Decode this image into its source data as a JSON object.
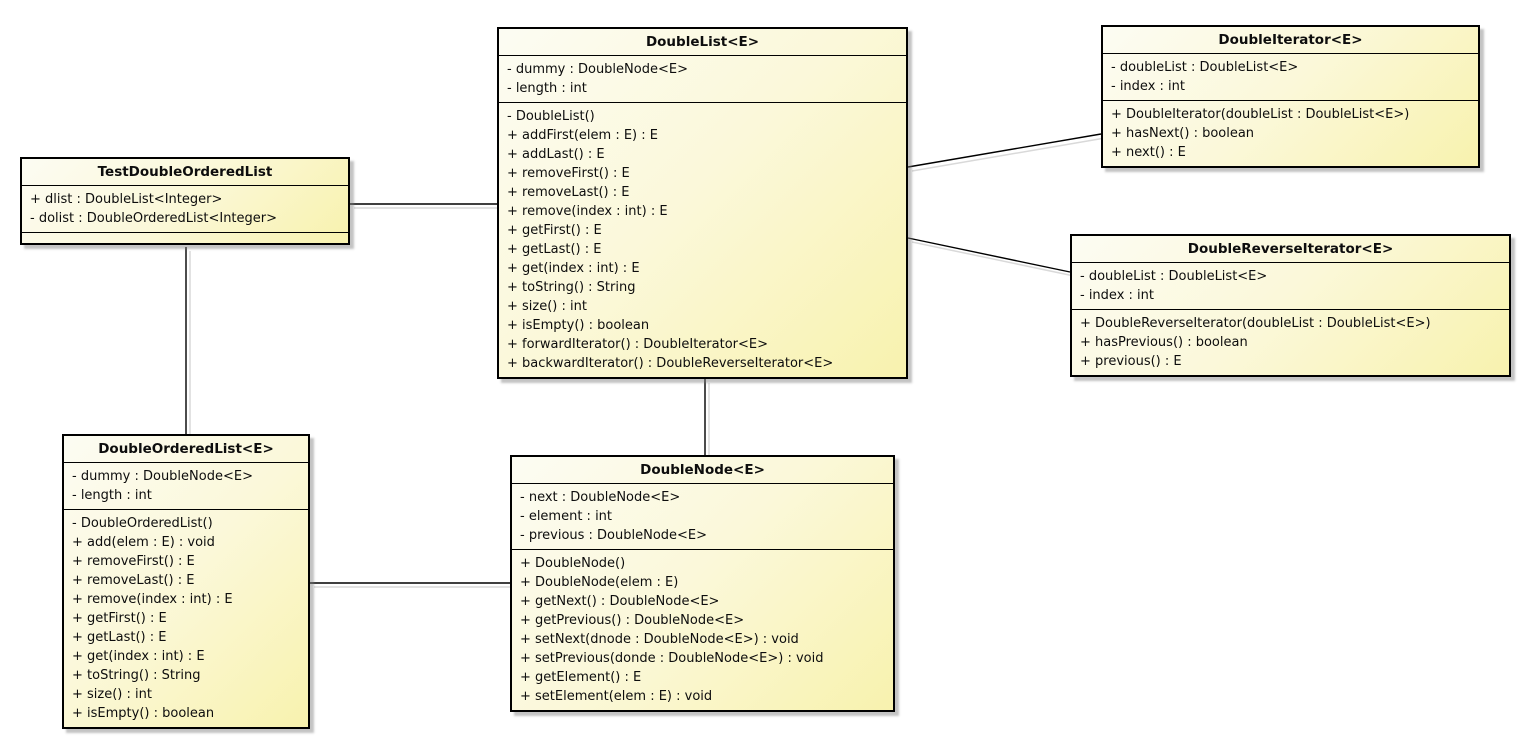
{
  "diagram": {
    "type": "uml-class-diagram",
    "colors": {
      "box_fill_top_left": "#fcfcf3",
      "box_fill_bottom_right": "#f8f2ae",
      "box_border": "#000000",
      "drop_shadow": "#c9c9c9",
      "connector": "#000000",
      "connector_shadow": "#d9d9d9",
      "background": "#ffffff"
    },
    "classes": [
      {
        "name": "TestDoubleOrderedList",
        "attributes": [
          "+ dlist : DoubleList<Integer>",
          "- dolist : DoubleOrderedList<Integer>"
        ],
        "methods": []
      },
      {
        "name": "DoubleList<E>",
        "attributes": [
          "- dummy : DoubleNode<E>",
          "- length : int"
        ],
        "methods": [
          "- DoubleList()",
          "+ addFirst(elem : E) : E",
          "+ addLast() : E",
          "+ removeFirst() : E",
          "+ removeLast() : E",
          "+ remove(index : int) : E",
          "+ getFirst() : E",
          "+ getLast() : E",
          "+ get(index : int) : E",
          "+ toString() : String",
          "+ size() : int",
          "+ isEmpty() : boolean",
          "+ forwardIterator() : DoubleIterator<E>",
          "+ backwardIterator() : DoubleReverseIterator<E>"
        ]
      },
      {
        "name": "DoubleIterator<E>",
        "attributes": [
          "- doubleList : DoubleList<E>",
          "- index : int"
        ],
        "methods": [
          "+ DoubleIterator(doubleList : DoubleList<E>)",
          "+ hasNext() : boolean",
          "+ next() : E"
        ]
      },
      {
        "name": "DoubleReverseIterator<E>",
        "attributes": [
          "- doubleList : DoubleList<E>",
          "- index : int"
        ],
        "methods": [
          "+ DoubleReverseIterator(doubleList : DoubleList<E>)",
          "+ hasPrevious() : boolean",
          "+ previous() : E"
        ]
      },
      {
        "name": "DoubleOrderedList<E>",
        "attributes": [
          "- dummy : DoubleNode<E>",
          "- length : int"
        ],
        "methods": [
          "- DoubleOrderedList()",
          "+ add(elem : E) : void",
          "+ removeFirst() : E",
          "+ removeLast() : E",
          "+ remove(index : int) : E",
          "+ getFirst() : E",
          "+ getLast() : E",
          "+ get(index : int) : E",
          "+ toString() : String",
          "+ size() : int",
          "+ isEmpty() : boolean"
        ]
      },
      {
        "name": "DoubleNode<E>",
        "attributes": [
          "- next : DoubleNode<E>",
          "- element : int",
          "- previous : DoubleNode<E>"
        ],
        "methods": [
          "+ DoubleNode()",
          "+ DoubleNode(elem : E)",
          "+ getNext() : DoubleNode<E>",
          "+ getPrevious() : DoubleNode<E>",
          "+ setNext(dnode : DoubleNode<E>) : void",
          "+ setPrevious(donde : DoubleNode<E>) : void",
          "+ getElement() : E",
          "+ setElement(elem : E) : void"
        ]
      }
    ],
    "connections": [
      {
        "from": "TestDoubleOrderedList",
        "to": "DoubleList<E>"
      },
      {
        "from": "TestDoubleOrderedList",
        "to": "DoubleOrderedList<E>"
      },
      {
        "from": "DoubleList<E>",
        "to": "DoubleIterator<E>"
      },
      {
        "from": "DoubleList<E>",
        "to": "DoubleReverseIterator<E>"
      },
      {
        "from": "DoubleList<E>",
        "to": "DoubleNode<E>"
      },
      {
        "from": "DoubleOrderedList<E>",
        "to": "DoubleNode<E>"
      }
    ]
  }
}
